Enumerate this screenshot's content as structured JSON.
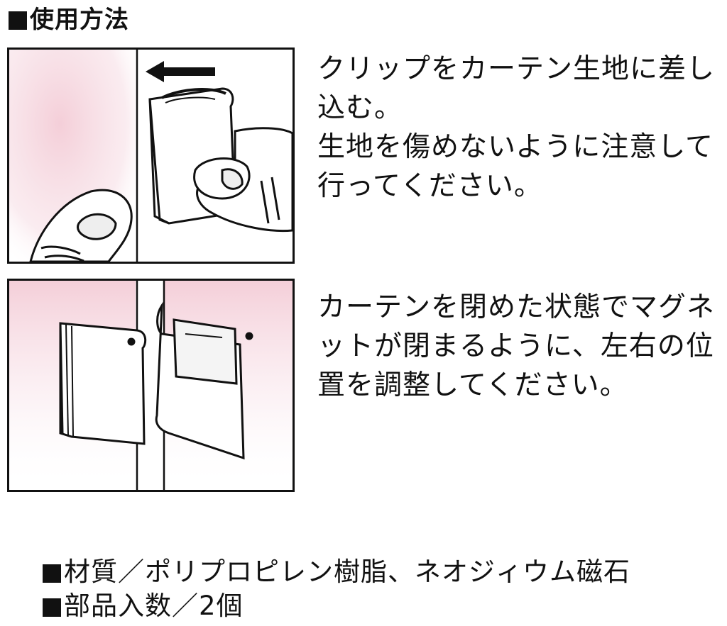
{
  "heading": "使用方法",
  "steps": [
    {
      "lines": [
        "クリップをカーテン生地に差し",
        "込む。",
        "生地を傷めないように注意して",
        "行ってください。"
      ]
    },
    {
      "lines": [
        "カーテンを閉めた状態でマグネ",
        "ットが閉まるように、左右の位",
        "置を調整してください。"
      ]
    }
  ],
  "specs": {
    "material": "材質／ポリプロピレン樹脂、ネオジィウム磁石",
    "quantity": "部品入数／2個"
  },
  "colors": {
    "ink": "#111111",
    "curtain_pink": "#f3c9d4",
    "background": "#ffffff"
  },
  "icons": [
    "arrow-left-icon",
    "clip-icon",
    "finger-icon",
    "magnet-clip-icon"
  ]
}
